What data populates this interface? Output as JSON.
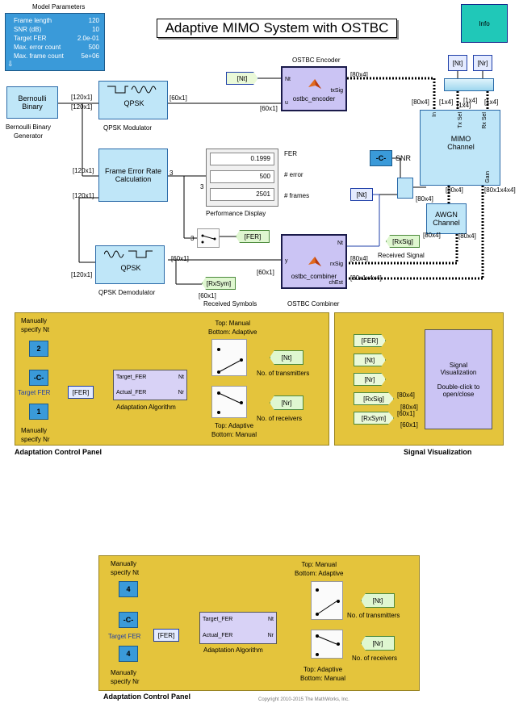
{
  "title": "Adaptive MIMO System with OSTBC",
  "info_label": "Info",
  "model_params": {
    "header": "Model Parameters",
    "rows": [
      {
        "label": "Frame length",
        "value": "120"
      },
      {
        "label": "SNR (dB)",
        "value": "10"
      },
      {
        "label": "Target FER",
        "value": "2.0e-01"
      },
      {
        "label": "Max. error count",
        "value": "500"
      },
      {
        "label": "Max. frame count",
        "value": "5e+06"
      }
    ]
  },
  "bernoulli": {
    "name": "Bernoulli\nBinary",
    "caption": "Bernoulli Binary\nGenerator"
  },
  "qpsk_mod": {
    "name": "QPSK",
    "caption": "QPSK Modulator"
  },
  "qpsk_demod": {
    "name": "QPSK",
    "caption": "QPSK Demodulator"
  },
  "fer_calc": {
    "name": "Frame Error Rate\nCalculation"
  },
  "perf": {
    "values": [
      "0.1999",
      "500",
      "2501"
    ],
    "labels": [
      "FER",
      "# error",
      "# frames"
    ],
    "caption": "Performance Display"
  },
  "encoder": {
    "title": "OSTBC Encoder",
    "in_nt": "Nt",
    "in_u": "u",
    "out": "txSig",
    "name": "ostbc_encoder"
  },
  "combiner": {
    "title": "OSTBC Combiner",
    "name": "ostbc_combiner",
    "in_y": "y",
    "in_nt": "Nt",
    "in_rx": "rxSig",
    "in_ch": "chEst"
  },
  "mimo": {
    "name": "MIMO\nChannel",
    "ports": [
      "In",
      "Tx Sel",
      "Rx Sel",
      "Gain"
    ]
  },
  "awgn": {
    "name": "AWGN\nChannel"
  },
  "snr": {
    "const": "-C-",
    "label": "SNR"
  },
  "tags": {
    "nt": "[Nt]",
    "nr": "[Nr]",
    "fer": "[FER]",
    "rxsig": "[RxSig]",
    "rxsym": "[RxSym]"
  },
  "captions": {
    "received_signal": "Received Signal",
    "received_symbols": "Received Symbols"
  },
  "dims": {
    "d120": "[120x1]",
    "d60": "[60x1]",
    "d60x4": "[60x4]",
    "d80x4": "[80x4]",
    "d1x4": "[1x4]",
    "d80x1x4x4": "[80x1x4x4]",
    "three": "3"
  },
  "control_panel": {
    "title": "Adaptation Control Panel",
    "manual_nt": "Manually\nspecify Nt",
    "manual_nr": "Manually\nspecify Nr",
    "nt_value_top": "2",
    "nr_value_top": "1",
    "nt_value_bottom": "4",
    "nr_value_bottom": "4",
    "const_c": "-C-",
    "target_fer": "Target FER",
    "alg_in1": "Target_FER",
    "alg_in2": "Actual_FER",
    "alg_out1": "Nt",
    "alg_out2": "Nr",
    "alg_caption": "Adaptation Algorithm",
    "sw1_caption": "Top: Manual\nBottom: Adaptive",
    "sw2_caption": "Top: Adaptive\nBottom: Manual",
    "tx_caption": "No. of transmitters",
    "rx_caption": "No. of receivers"
  },
  "signal_vis": {
    "title": "Signal Visualization",
    "block": "Signal\nVisualization\n\nDouble-click to\nopen/close",
    "inputs": [
      "[FER]",
      "[Nt]",
      "[Nr]",
      "[RxSig]",
      "[RxSym]"
    ],
    "dims": [
      "[80x4]",
      "[80x4]",
      "[60x1]",
      "[60x1]"
    ]
  },
  "footer": "Copyright 2010-2015 The MathWorks, Inc.",
  "colors": {
    "accent_panel": "#e4c43c",
    "info": "#20c8b8",
    "block": "#bfe6f8",
    "purple": "#cbc4f4"
  }
}
